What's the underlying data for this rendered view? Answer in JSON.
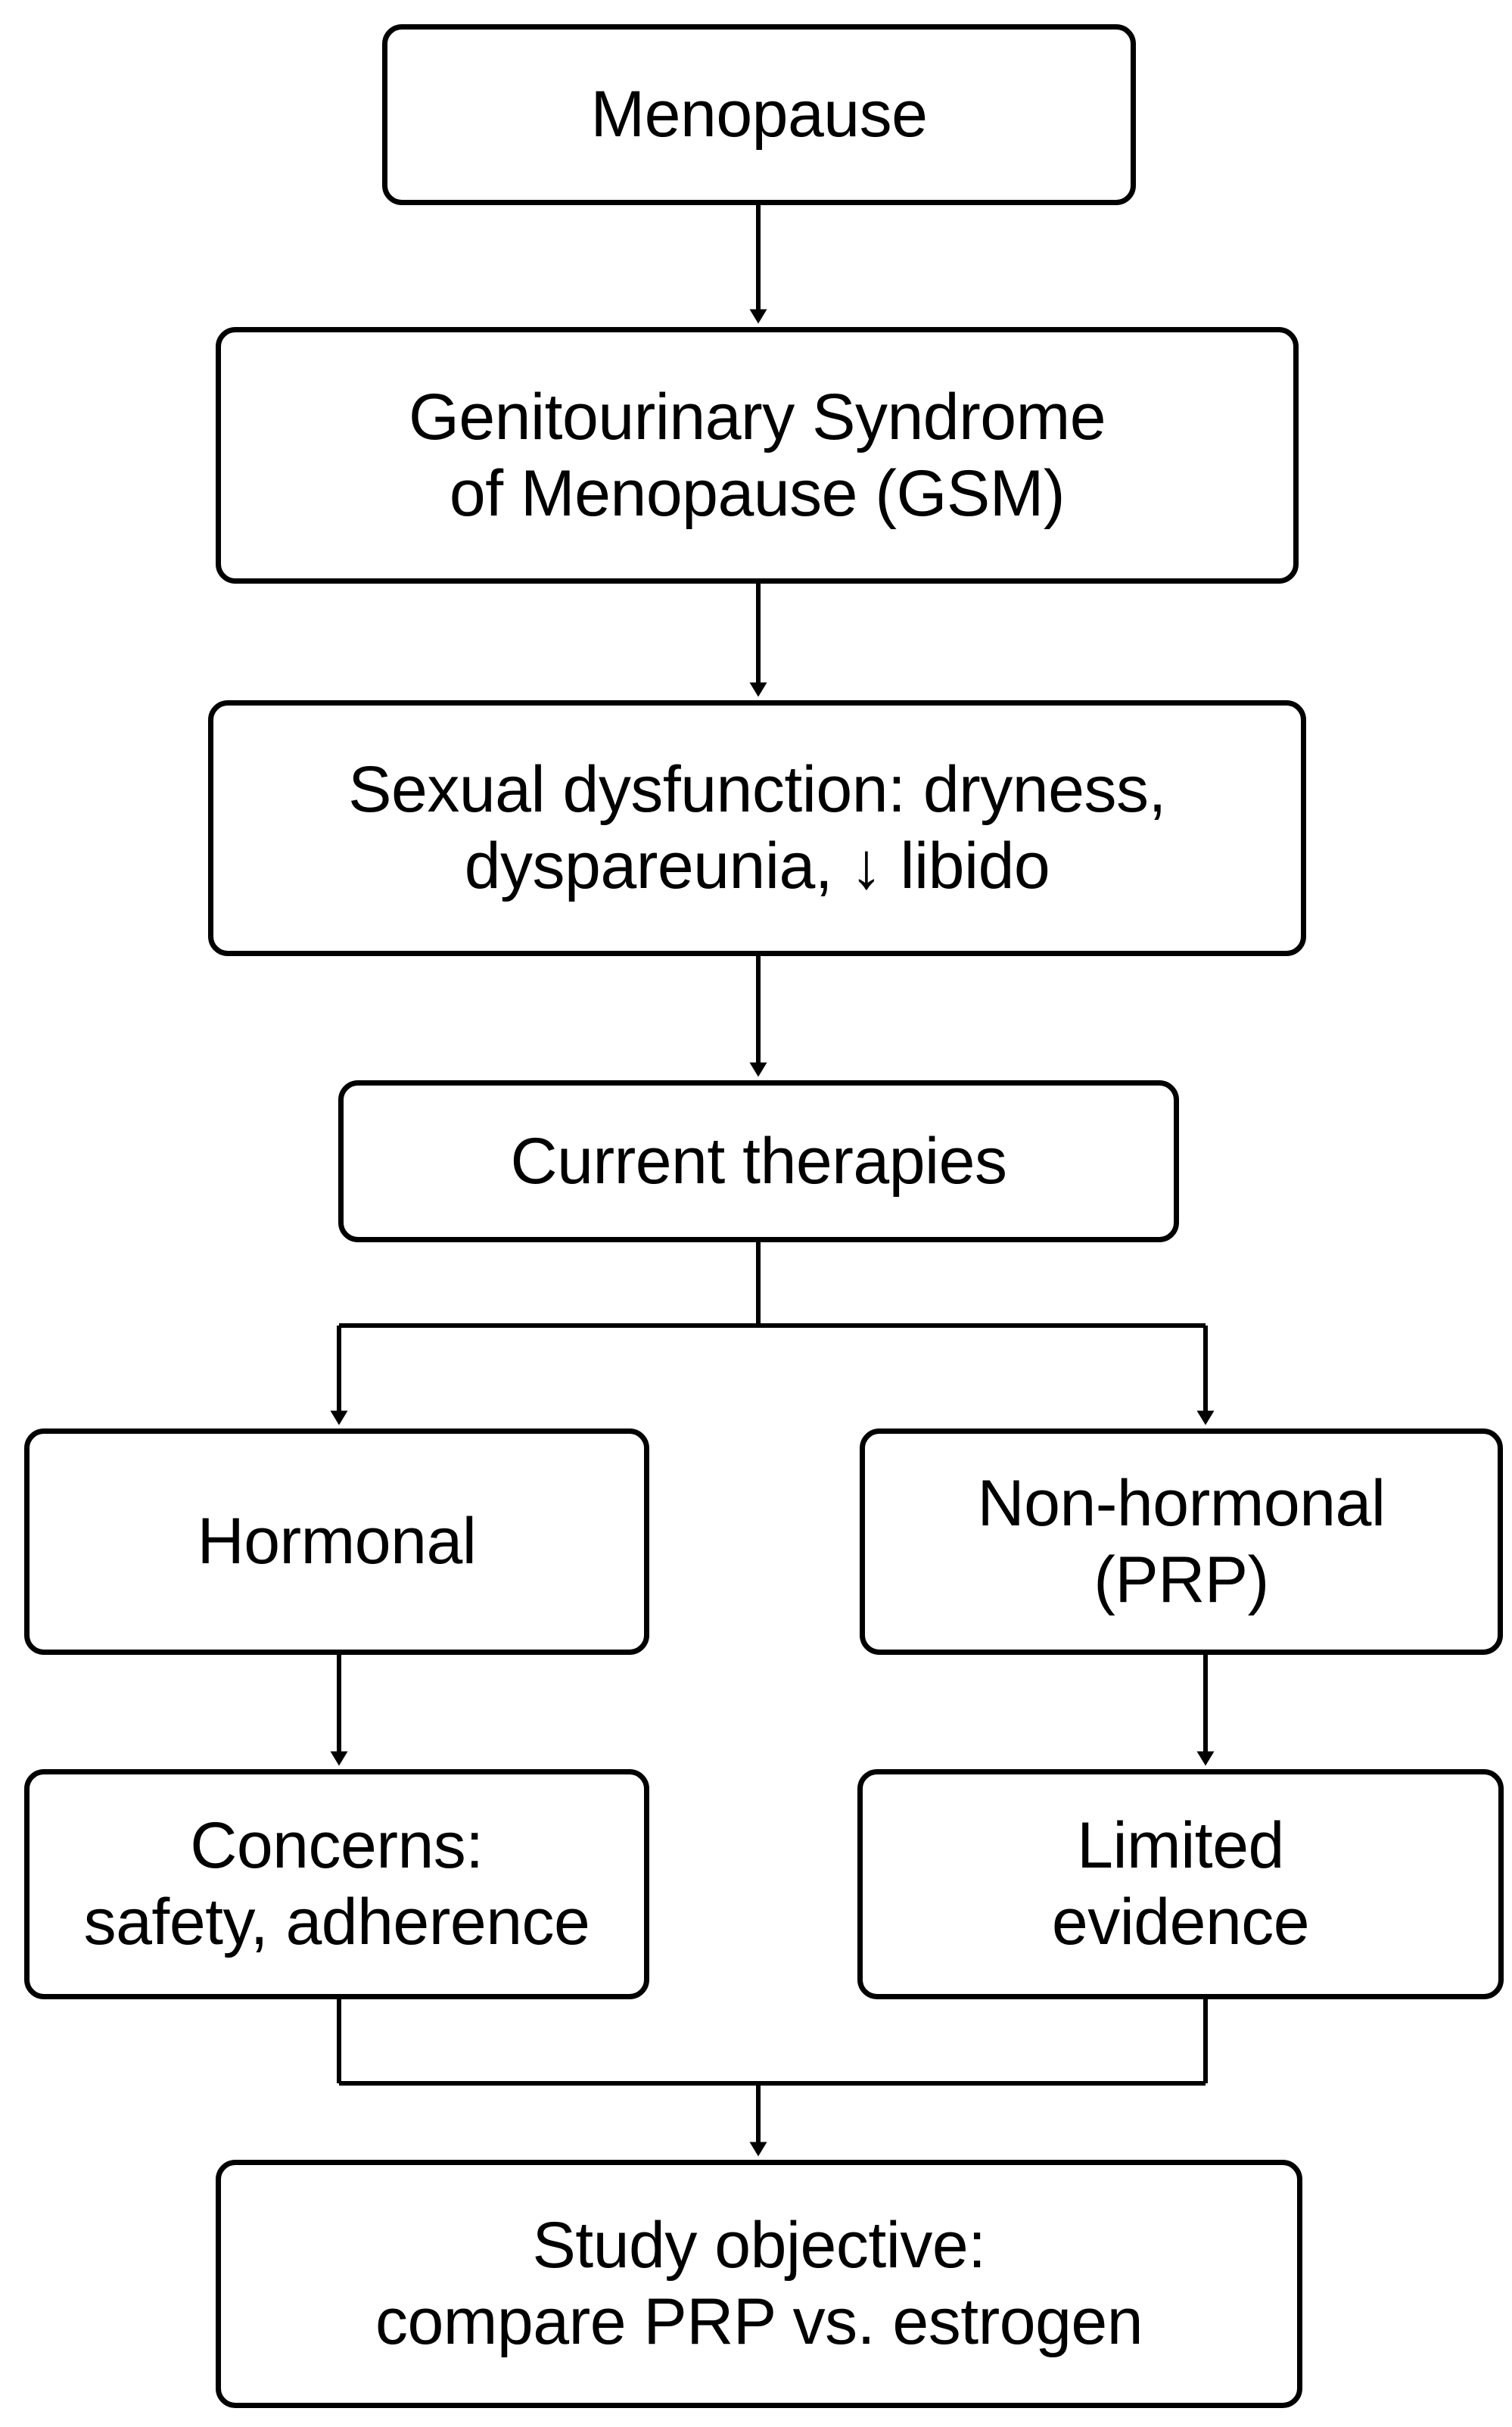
{
  "diagram": {
    "title": "Menopause to study objective flowchart",
    "type": "flowchart",
    "orientation": "top-to-bottom",
    "colors": {
      "stroke": "#000000",
      "fill": "#ffffff",
      "text": "#000000"
    },
    "nodes": [
      {
        "id": "menopause",
        "label": "Menopause",
        "shape": "rounded-rectangle"
      },
      {
        "id": "gsm",
        "label": "Genitourinary Syndrome\nof Menopause (GSM)",
        "shape": "rounded-rectangle"
      },
      {
        "id": "sexual-dysfunction",
        "label": "Sexual dysfunction: dryness,\ndyspareunia, ↓ libido",
        "shape": "rounded-rectangle"
      },
      {
        "id": "current-therapies",
        "label": "Current therapies",
        "shape": "rounded-rectangle"
      },
      {
        "id": "hormonal",
        "label": "Hormonal",
        "shape": "rounded-rectangle"
      },
      {
        "id": "non-hormonal",
        "label": "Non-hormonal\n(PRP)",
        "shape": "rounded-rectangle"
      },
      {
        "id": "concerns",
        "label": "Concerns:\nsafety, adherence",
        "shape": "rounded-rectangle"
      },
      {
        "id": "limited-evidence",
        "label": "Limited\nevidence",
        "shape": "rounded-rectangle"
      },
      {
        "id": "study-objective",
        "label": "Study objective:\ncompare PRP vs. estrogen",
        "shape": "rounded-rectangle"
      }
    ],
    "edges": [
      {
        "from": "menopause",
        "to": "gsm",
        "style": "arrow"
      },
      {
        "from": "gsm",
        "to": "sexual-dysfunction",
        "style": "arrow"
      },
      {
        "from": "sexual-dysfunction",
        "to": "current-therapies",
        "style": "arrow"
      },
      {
        "from": "current-therapies",
        "to": "hormonal",
        "style": "arrow-branch-left"
      },
      {
        "from": "current-therapies",
        "to": "non-hormonal",
        "style": "arrow-branch-right"
      },
      {
        "from": "hormonal",
        "to": "concerns",
        "style": "arrow"
      },
      {
        "from": "non-hormonal",
        "to": "limited-evidence",
        "style": "arrow"
      },
      {
        "from": "concerns",
        "to": "study-objective",
        "style": "merge-arrow"
      },
      {
        "from": "limited-evidence",
        "to": "study-objective",
        "style": "merge-arrow"
      }
    ]
  }
}
